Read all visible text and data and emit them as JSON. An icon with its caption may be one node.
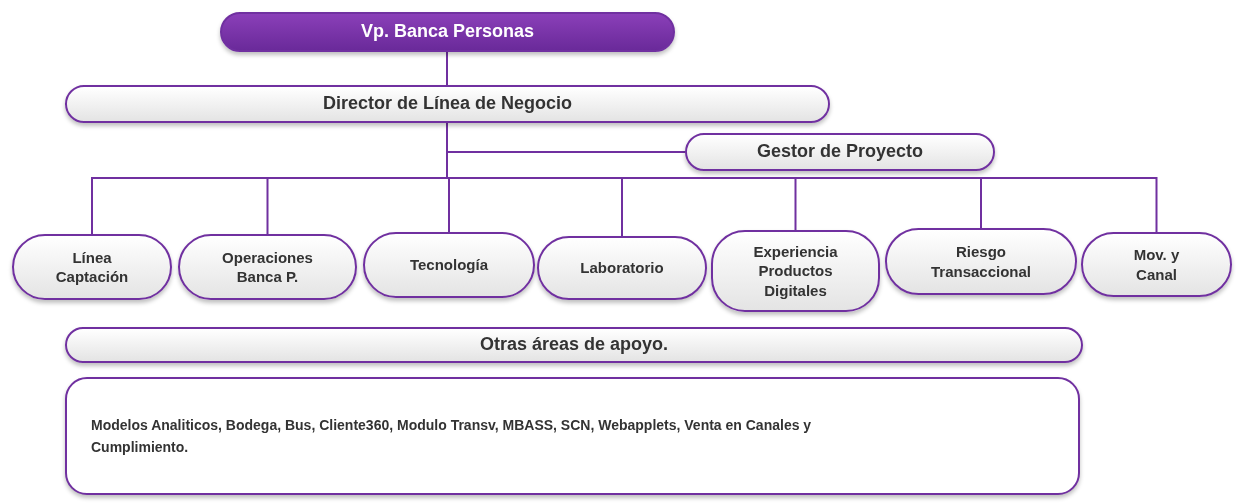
{
  "diagram": {
    "nodes": [
      {
        "text": [
          "Vp. Banca Personas"
        ]
      },
      {
        "text": [
          "Director de Línea de Negocio"
        ]
      },
      {
        "text": [
          "Gestor de Proyecto"
        ]
      },
      {
        "text": [
          "Línea Captación"
        ]
      },
      {
        "text": [
          "Operaciones Banca P."
        ]
      },
      {
        "text": [
          "Tecnología"
        ]
      },
      {
        "text": [
          "Laboratorio"
        ]
      },
      {
        "text": [
          "Experiencia Productos Digitales"
        ]
      },
      {
        "text": [
          "Riesgo Transaccional"
        ]
      },
      {
        "text": [
          "Mov. y Canal"
        ]
      },
      {
        "text": [
          "Otras áreas de apoyo."
        ]
      },
      {
        "text": [
          "Modelos Analiticos, Bodega, Bus, Cliente360, Modulo Transv, MBASS, SCN, Webapplets, Venta en Canales y Cumplimiento."
        ]
      }
    ],
    "edges": [
      {
        "from": 0,
        "to": 1,
        "arrow": "none"
      },
      {
        "from": 1,
        "to": 2,
        "arrow": "none"
      },
      {
        "from": 1,
        "to": 3,
        "arrow": "none"
      },
      {
        "from": 1,
        "to": 4,
        "arrow": "none"
      },
      {
        "from": 1,
        "to": 5,
        "arrow": "none"
      },
      {
        "from": 1,
        "to": 6,
        "arrow": "none"
      },
      {
        "from": 1,
        "to": 7,
        "arrow": "none"
      },
      {
        "from": 1,
        "to": 8,
        "arrow": "none"
      },
      {
        "from": 1,
        "to": 9,
        "arrow": "none"
      }
    ]
  }
}
